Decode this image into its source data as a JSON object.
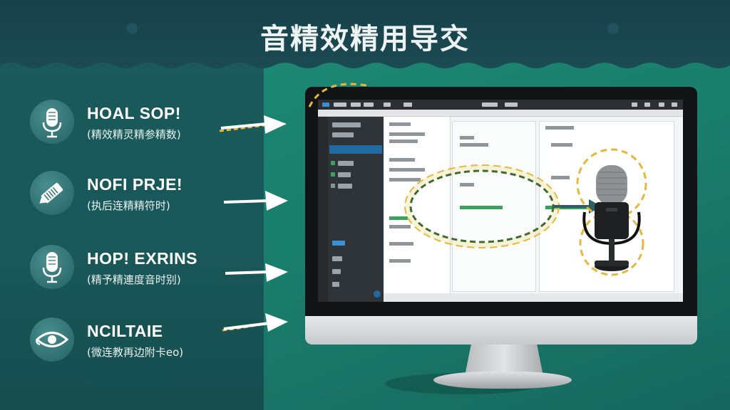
{
  "title": "音精效精用导交",
  "features": [
    {
      "title": "HOAL SOP!",
      "subtitle": "(精效精灵精参精数)",
      "icon": "microphone-icon"
    },
    {
      "title": "NOFI PRJE!",
      "subtitle": "(执后连精精符时)",
      "icon": "pen-nib-icon"
    },
    {
      "title": "HOP! EXRINS",
      "subtitle": "(精予精連度音时别)",
      "icon": "microphone-icon"
    },
    {
      "title": "NCILTAIE",
      "subtitle": "(微连教再边附卡eo)",
      "icon": "eye-icon"
    }
  ],
  "colors": {
    "accent_green": "#2ea35a",
    "accent_yellow": "#e6b73c",
    "accent_blue": "#1f6aa5",
    "arrow_teal": "#2d5e63"
  }
}
